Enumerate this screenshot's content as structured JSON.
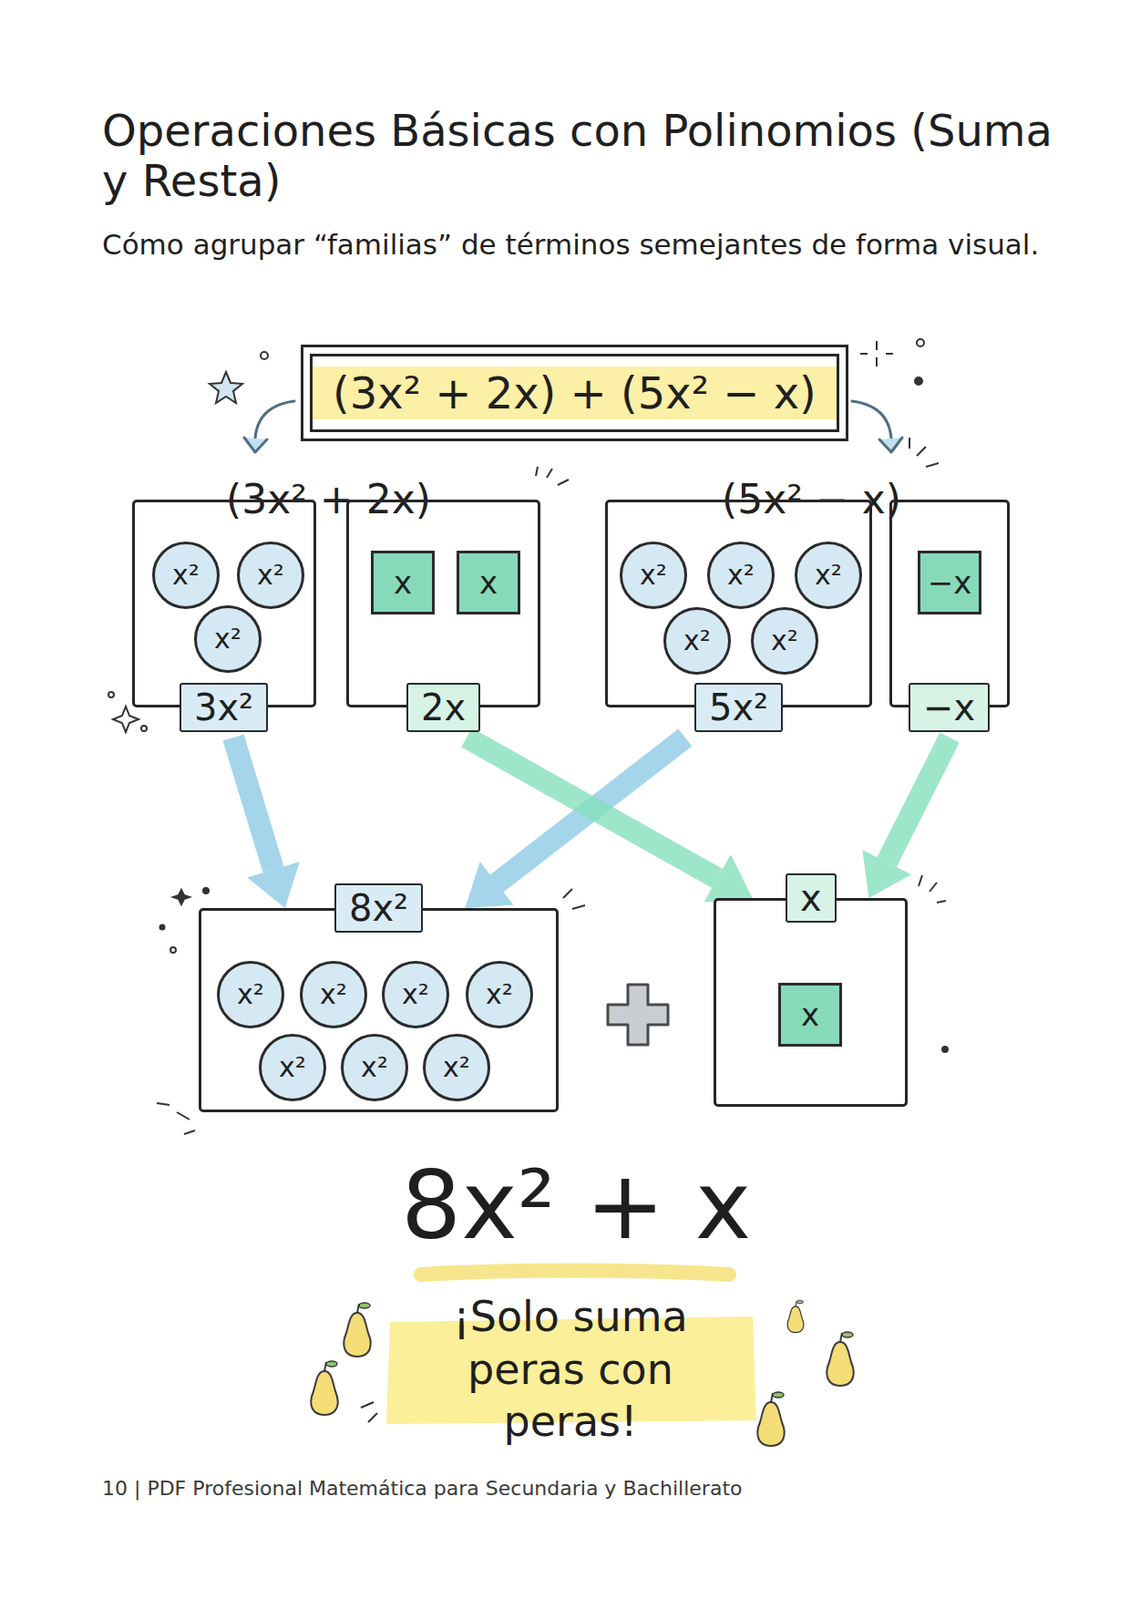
{
  "diagram": {
    "title": "Operaciones Básicas con Polinomios (Suma y Resta)",
    "nodes": [
      {
        "text": [
          "(3x² + 2x) + (5x² − x)"
        ]
      },
      {
        "text": [
          "3x²"
        ]
      },
      {
        "text": [
          "x²"
        ],
        "in": 1
      },
      {
        "text": [
          "x²"
        ],
        "in": 1
      },
      {
        "text": [
          "x²"
        ],
        "in": 1
      },
      {
        "text": [
          "2x"
        ]
      },
      {
        "text": [
          "x"
        ],
        "in": 5
      },
      {
        "text": [
          "x"
        ],
        "in": 5
      },
      {
        "text": [
          "5x²"
        ]
      },
      {
        "text": [
          "x²"
        ],
        "in": 8
      },
      {
        "text": [
          "x²"
        ],
        "in": 8
      },
      {
        "text": [
          "x²"
        ],
        "in": 8
      },
      {
        "text": [
          "x²"
        ],
        "in": 8
      },
      {
        "text": [
          "x²"
        ],
        "in": 8
      },
      {
        "text": [
          "−x"
        ]
      },
      {
        "text": [
          "−x"
        ],
        "in": 14
      },
      {
        "text": [
          "8x²"
        ]
      },
      {
        "text": [
          "x²"
        ],
        "in": 16
      },
      {
        "text": [
          "x²"
        ],
        "in": 16
      },
      {
        "text": [
          "x²"
        ],
        "in": 16
      },
      {
        "text": [
          "x²"
        ],
        "in": 16
      },
      {
        "text": [
          "x²"
        ],
        "in": 16
      },
      {
        "text": [
          "x²"
        ],
        "in": 16
      },
      {
        "text": [
          "x²"
        ],
        "in": 16
      },
      {
        "text": [
          "x"
        ]
      },
      {
        "text": [
          "x"
        ],
        "in": 24
      }
    ],
    "edges": [
      {
        "from": 1,
        "to": 16,
        "arrow": "to"
      },
      {
        "from": 8,
        "to": 16,
        "arrow": "to"
      },
      {
        "from": 5,
        "to": 24,
        "arrow": "to"
      },
      {
        "from": 14,
        "to": 24,
        "arrow": "to"
      }
    ],
    "labels": [
      "Cómo agrupar “familias” de términos semejantes de forma visual.",
      "(3x² + 2x)",
      "(5x² − x)",
      "8x² + x",
      "¡Solo suma peras con peras!",
      "10 | PDF Profesional Matemática para Secundaria y Bachillerato"
    ]
  }
}
